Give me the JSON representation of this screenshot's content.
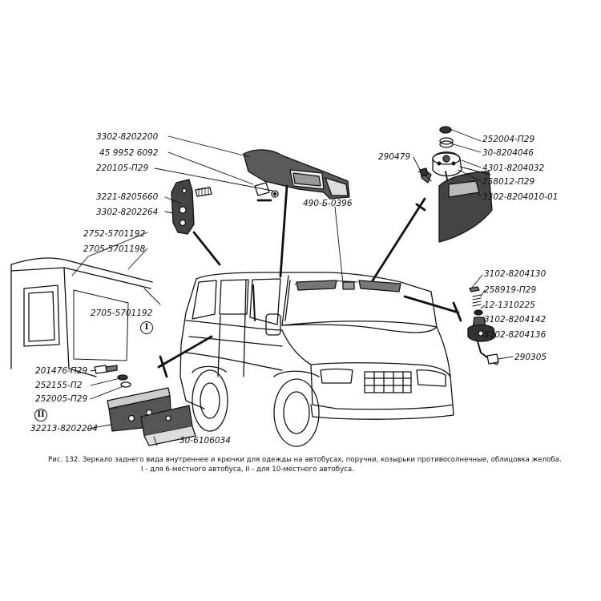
{
  "labels": {
    "p3302_8202200": "3302-8202200",
    "p45_9952_6092": "45 9952 6092",
    "p220105_p29": "220105-П29",
    "p3221_8205660": "3221-8205660",
    "p3302_8202264": "3302-8202264",
    "p2752_5701192": "2752-5701192",
    "p2705_5701198": "2705-5701198",
    "p2705_5701192": "2705-5701192",
    "p490_b_0396": "490-Б-0396",
    "p290479": "290479",
    "p252004_p29": "252004-П29",
    "p30_8204046": "30-8204046",
    "p4301_8204032": "4301-8204032",
    "p258012_p29": "258012-П29",
    "p3302_8204010_01": "3302-8204010-01",
    "p3102_8204130": "3102-8204130",
    "p258919_p29": "258919-П29",
    "p12_1310225": "12-1310225",
    "p3102_8204142": "3102-8204142",
    "p3102_8204136": "3102-8204136",
    "p290305": "290305",
    "p201476_p29": "201476-П29",
    "p252155_p2": "252155-П2",
    "p252005_p29": "252005-П29",
    "p32213_8202204": "32213-8202204",
    "p30_6106034": "30-6106034"
  },
  "markers": {
    "roman_1": "I",
    "roman_2": "II"
  },
  "caption": {
    "line1": "Рис. 132. Зеркало заднего вида внутреннее и крючки для одежды на автобусах, поручни, козырьки противосолнечные, облицовка желоба.",
    "line2": "I - для 6-местного автобуса, II - для 10-местного автобуса."
  }
}
